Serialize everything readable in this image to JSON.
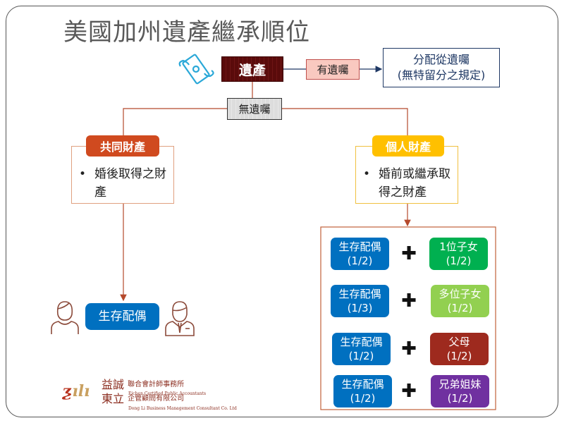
{
  "title": "美國加州遺產繼承順位",
  "estate": "遺產",
  "with_will": "有遺囑",
  "will_result": {
    "line1": "分配從遺囑",
    "line2": "(無特留分之規定)"
  },
  "no_will": "無遺囑",
  "community": {
    "badge": "共同財產",
    "bullet": "•",
    "text": "婚後取得之財產"
  },
  "separate": {
    "badge": "個人財產",
    "bullet": "•",
    "text": "婚前或繼承取得之財產"
  },
  "community_heir": "生存配偶",
  "plus": "✚",
  "rows": [
    {
      "spouse": "生存配偶",
      "spouse_share": "(1/2)",
      "other": "1位子女",
      "other_share": "(1/2)",
      "color": "#00b050"
    },
    {
      "spouse": "生存配偶",
      "spouse_share": "(1/3)",
      "other": "多位子女",
      "other_share": "(1/2)",
      "color": "#92d050"
    },
    {
      "spouse": "生存配偶",
      "spouse_share": "(1/2)",
      "other": "父母",
      "other_share": "(1/2)",
      "color": "#9e2a1e"
    },
    {
      "spouse": "生存配偶",
      "spouse_share": "(1/2)",
      "other": "兄弟姐妹",
      "other_share": "(1/2)",
      "color": "#7030a0"
    }
  ],
  "logo": {
    "name1": "益誠",
    "name2": "東立",
    "line1": "聯合會計師事務所",
    "line1_en": "Eichen Certified Public Accountants",
    "line2": "企管顧問有限公司",
    "line2_en": "Dong Li Business Management Consultant Co. Ltd"
  }
}
